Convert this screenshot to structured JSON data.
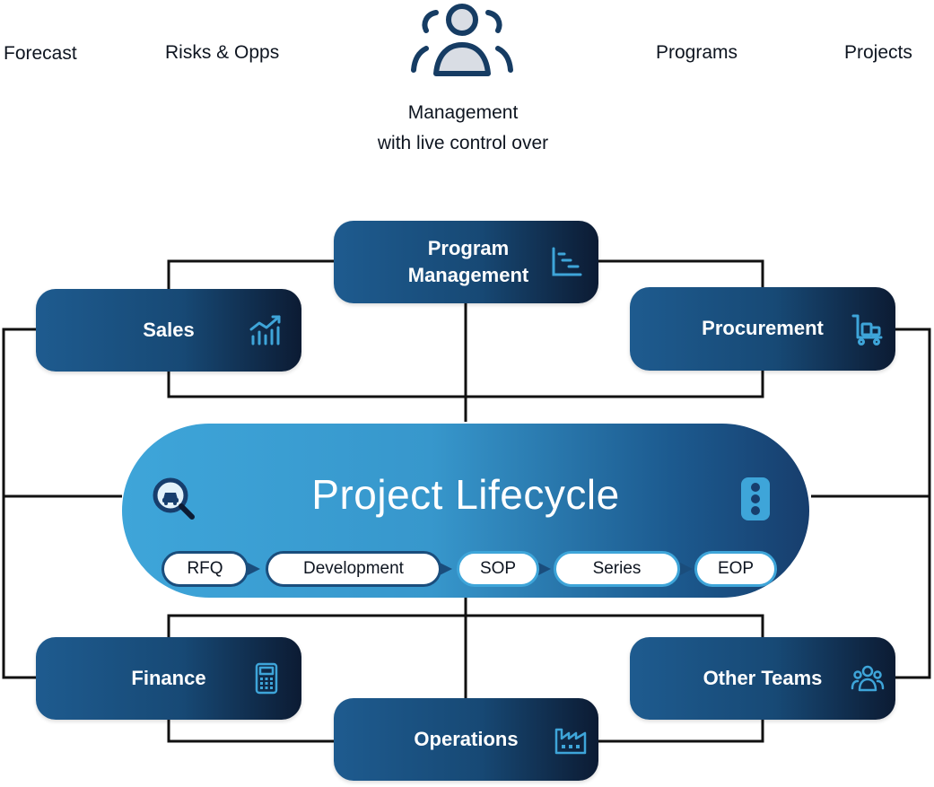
{
  "top_labels": {
    "forecast": "Forecast",
    "risks": "Risks & Opps",
    "programs": "Programs",
    "projects": "Projects"
  },
  "management": {
    "line1": "Management",
    "line2": "with live control over",
    "icon": "users-icon"
  },
  "boxes": {
    "program_management": {
      "line1": "Program",
      "line2": "Management",
      "icon": "gantt-chart-icon"
    },
    "sales": {
      "label": "Sales",
      "icon": "trend-chart-icon"
    },
    "procurement": {
      "label": "Procurement",
      "icon": "cart-icon"
    },
    "finance": {
      "label": "Finance",
      "icon": "calculator-icon"
    },
    "operations": {
      "label": "Operations",
      "icon": "factory-icon"
    },
    "other_teams": {
      "label": "Other Teams",
      "icon": "team-icon"
    }
  },
  "lifecycle": {
    "title": "Project Lifecycle",
    "left_icon": "search-car-icon",
    "right_icon": "traffic-light-icon",
    "stages": [
      "RFQ",
      "Development",
      "SOP",
      "Series",
      "EOP"
    ]
  },
  "colors": {
    "dark_box": "#174975",
    "dark_box_end": "#0c1b33",
    "accent": "#3ea5d9",
    "line": "#111111"
  }
}
